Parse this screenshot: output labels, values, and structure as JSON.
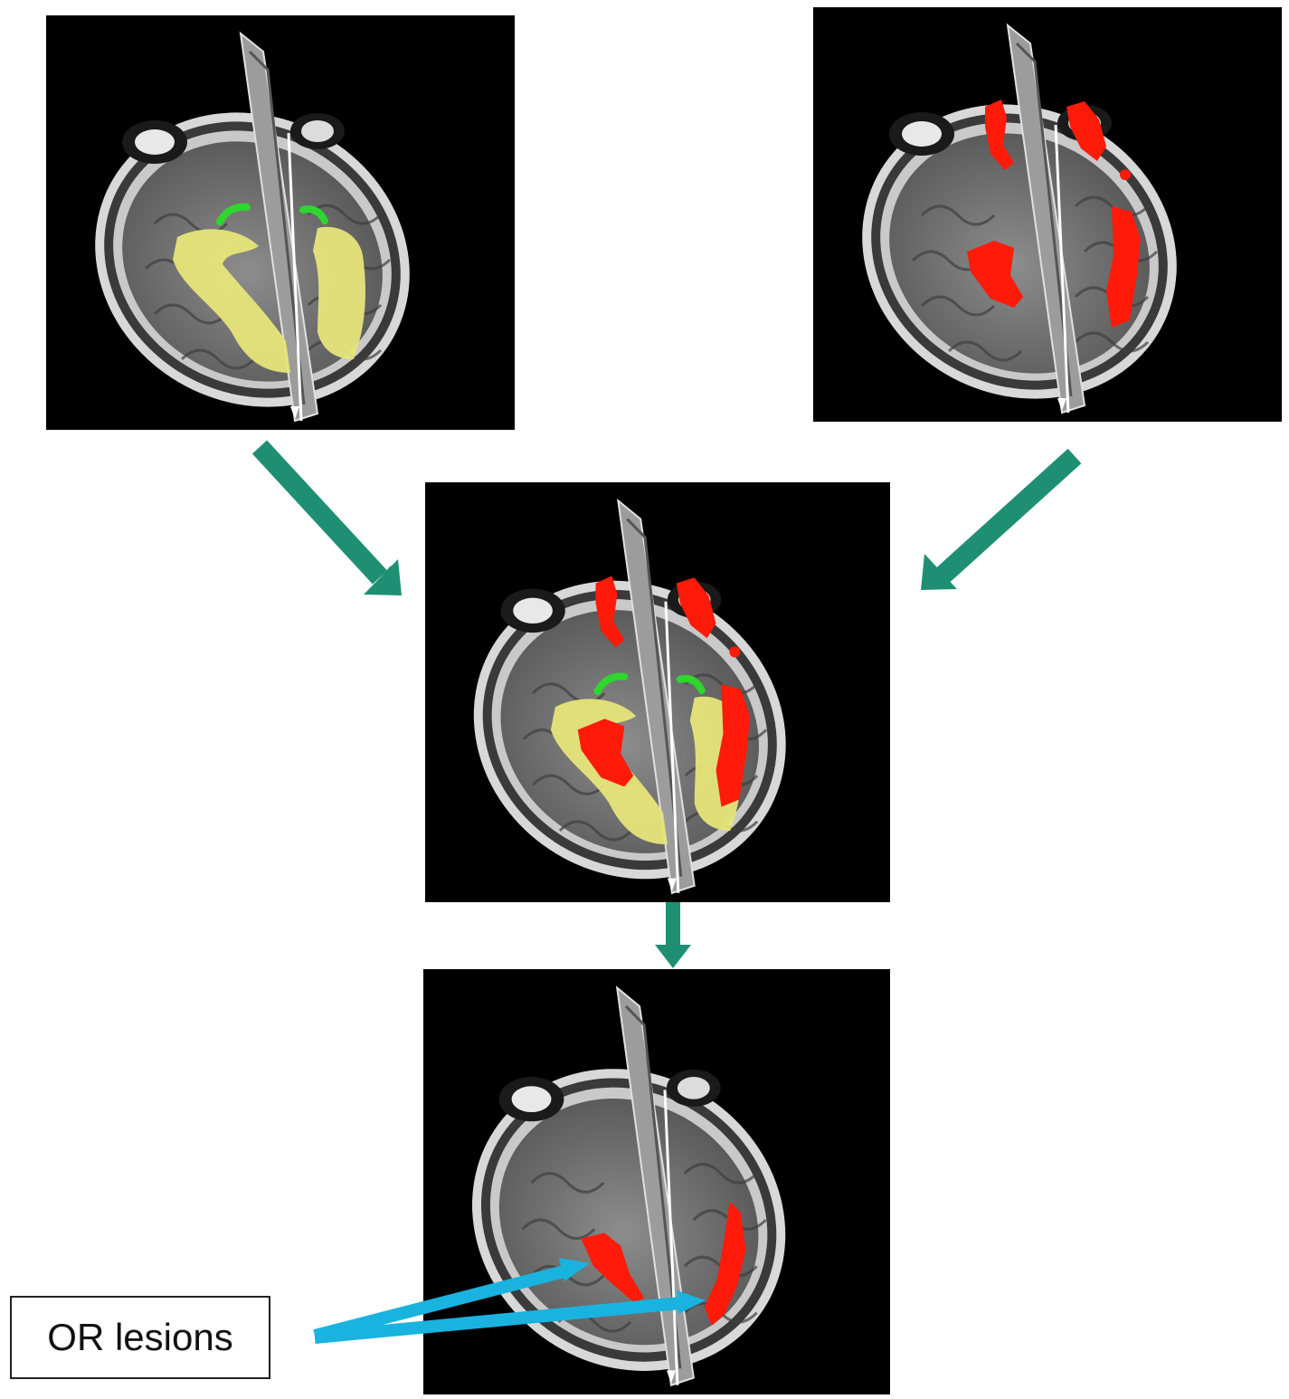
{
  "callout": {
    "label": "OR lesions"
  },
  "panels": [
    {
      "id": "p1",
      "name": "tractography-panel",
      "overlays": [
        "tract",
        "seed"
      ]
    },
    {
      "id": "p2",
      "name": "lesion-panel",
      "overlays": [
        "lesions-full"
      ]
    },
    {
      "id": "p3",
      "name": "combined-panel",
      "overlays": [
        "tract",
        "seed",
        "lesions-full"
      ]
    },
    {
      "id": "p4",
      "name": "or-lesion-panel",
      "overlays": [
        "or-lesions"
      ]
    }
  ],
  "colors": {
    "tract": "#e6e57a",
    "seed": "#2ed62e",
    "lesion": "#ff1a0a",
    "flow_arrow": "#1f8f73",
    "pointer_arrow": "#1ab3e0"
  }
}
